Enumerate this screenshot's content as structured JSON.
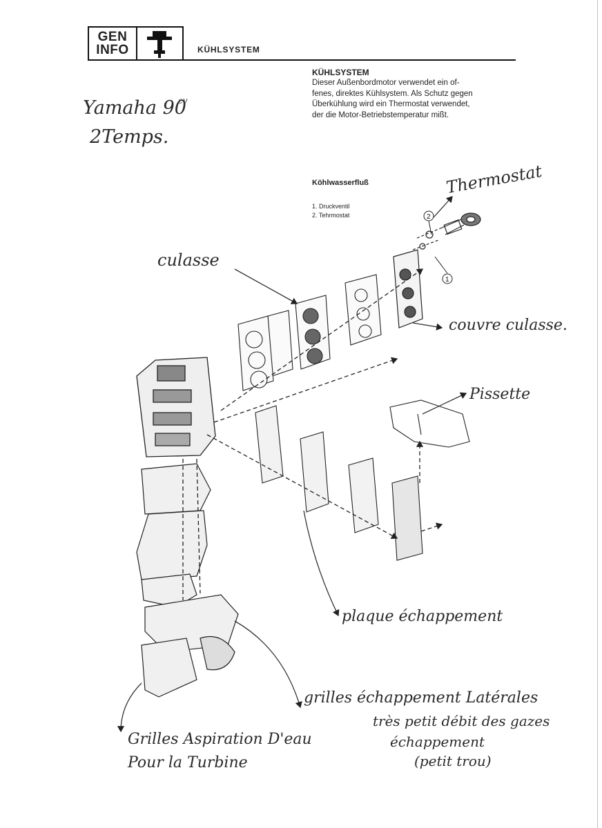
{
  "header": {
    "badge_line1": "GEN",
    "badge_line2": "INFO",
    "badge_icon": "outboard-motor-icon",
    "title": "KÜHLSYSTEM"
  },
  "section": {
    "title": "KÜHLSYSTEM",
    "lines": [
      "Dieser Außenbordmotor verwendet ein of-",
      "fenes, direktes Kühlsystem. Als Schutz gegen",
      "Überkühlung wird ein Thermostat verwendet,",
      "der die Motor-Betriebstemperatur mißt."
    ]
  },
  "flow": {
    "title": "Köhlwasserfluß",
    "legend": [
      "1.  Druckventil",
      "2.  Tehrmostat"
    ]
  },
  "callouts": {
    "c1": "1",
    "c2": "2"
  },
  "handwritten": {
    "model_line1": "Yamaha 90",
    "model_cv": "cv",
    "model_line2": "2Temps.",
    "thermostat": "Thermostat",
    "culasse": "culasse",
    "couvre_culasse": "couvre culasse.",
    "pissette": "Pissette",
    "plaque": "plaque échappement",
    "grilles_lat_1": "grilles échappement Latérales",
    "grilles_lat_2": "très petit débit des gazes",
    "grilles_lat_3": "échappement",
    "grilles_lat_4": "(petit trou)",
    "grilles_asp_1": "Grilles Aspiration D'eau",
    "grilles_asp_2": "Pour la Turbine"
  }
}
